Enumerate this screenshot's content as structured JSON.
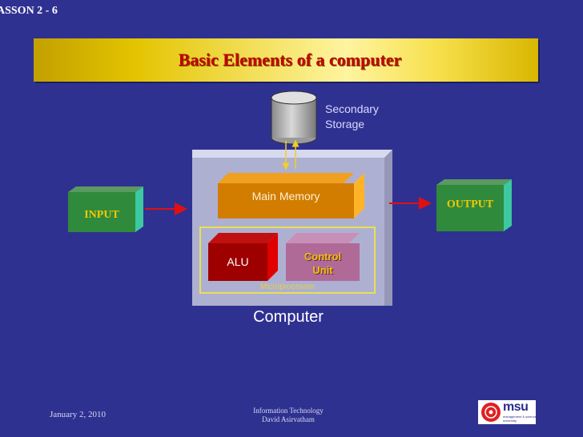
{
  "slide": {
    "lesson": "ASSON 2 - 6",
    "title": "Basic Elements of a computer"
  },
  "diagram": {
    "secondary_storage": [
      "Secondary",
      "Storage"
    ],
    "main_memory": "Main Memory",
    "alu": "ALU",
    "control_unit": [
      "Control",
      "Unit"
    ],
    "microprocessor": "Microprocessor",
    "computer": "Computer",
    "input": "INPUT",
    "output": "OUTPUT"
  },
  "footer": {
    "date": "January 2, 2010",
    "course": "Information Technology",
    "author": "David Asirvatham",
    "logo_text": "msu",
    "logo_subtext": "management & science university"
  },
  "colors": {
    "background": "#2f3191",
    "title_text": "#c40000",
    "io_text": "#f6c800",
    "arrow": "#e01010"
  },
  "icons": {
    "storage": "cylinder-icon",
    "logo": "msu-logo-icon"
  }
}
